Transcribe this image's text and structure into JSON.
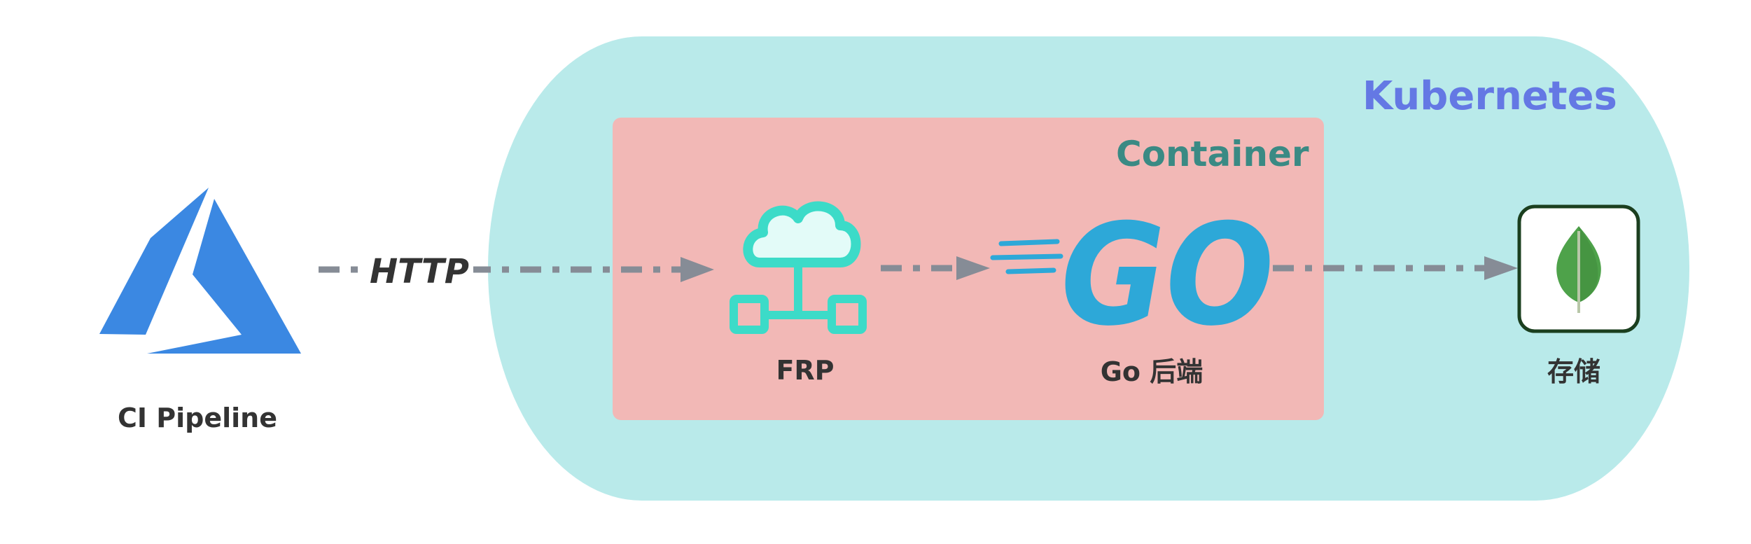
{
  "diagram": {
    "groups": {
      "kubernetes": {
        "title": "Kubernetes",
        "fill": "#b9eaea",
        "title_color": "#6478e4"
      },
      "container": {
        "title": "Container",
        "fill": "#f2b8b6",
        "title_color": "#3a8a84"
      }
    },
    "nodes": {
      "ci_pipeline": {
        "label": "CI Pipeline",
        "icon": "azure-pipelines-icon",
        "color": "#3b88e2"
      },
      "frp": {
        "label": "FRP",
        "icon": "cloud-network-icon",
        "color": "#3cdbc8"
      },
      "go_backend": {
        "label": "Go 后端",
        "icon": "go-logo-icon",
        "color": "#2da8d8"
      },
      "storage": {
        "label": "存储",
        "icon": "mongodb-leaf-icon",
        "color": "#4ea24a"
      }
    },
    "edges": [
      {
        "from": "ci_pipeline",
        "to": "frp",
        "label": "HTTP"
      },
      {
        "from": "frp",
        "to": "go_backend",
        "label": ""
      },
      {
        "from": "go_backend",
        "to": "storage",
        "label": ""
      }
    ],
    "edge_color": "#868c96"
  }
}
